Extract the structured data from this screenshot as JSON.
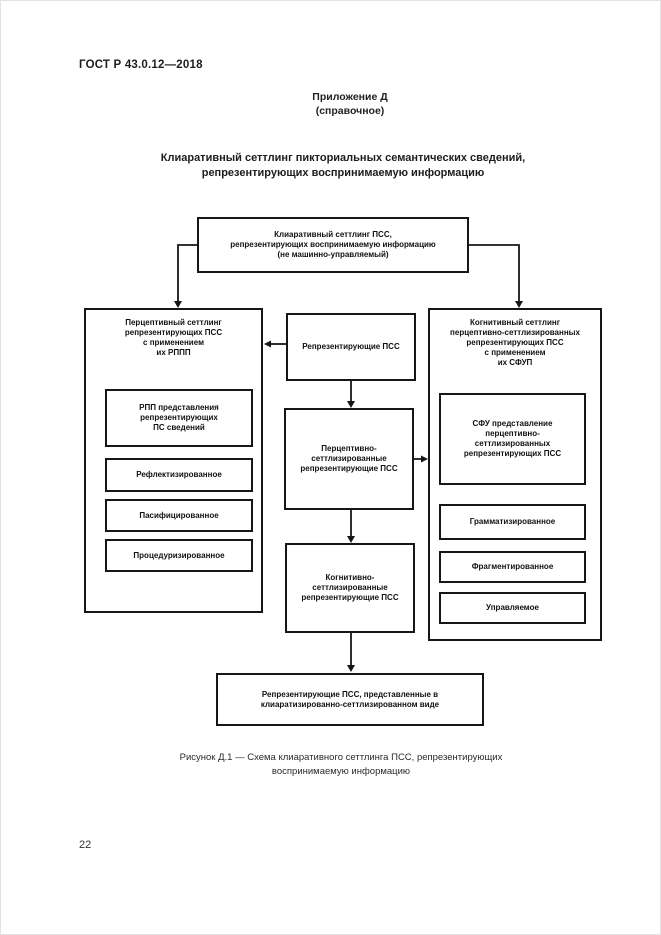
{
  "page": {
    "doc_number": "ГОСТ Р 43.0.12—2018",
    "appendix": "Приложение Д\n(справочное)",
    "title": "Клиаративный сеттлинг пикториальных семантических сведений,\nрепрезентирующих воспринимаемую информацию",
    "caption": "Рисунок Д.1 — Схема клиаративного сеттлинга ПСС, репрезентирующих\nвоспринимаемую информацию",
    "page_number": "22"
  },
  "diagram": {
    "boxes": {
      "top": "Клиаративный сеттлинг ПСС,\nрепрезентирующих воспринимаемую информацию\n(не машинно-управляемый)",
      "left_group_label": "Перцептивный сеттлинг\nрепрезентирующих ПСС\nс применением\nих РППП",
      "rpp": "РПП представления\nрепрезентирующих\nПС сведений",
      "reflectized": "Рефлектизированное",
      "pacified": "Пасифицированное",
      "procedurized": "Процедуризированное",
      "representing_pss": "Репрезентирующие ПСС",
      "perceptive_settled": "Перцептивно-\nсеттлизированные\nрепрезентирующие ПСС",
      "cognitive_settled": "Когнитивно-\nсеттлизированные\nрепрезентирующие ПСС",
      "right_group_label": "Когнитивный сеттлинг\nперцептивно-сеттлизированных\nрепрезентирующих ПСС\nс применением\nих СФУП",
      "sfu": "СФУ представление\nперцептивно-\nсеттлизированных\nрепрезентирующих ПСС",
      "grammatized": "Грамматизированное",
      "fragmented": "Фрагментированное",
      "controlled": "Управляемое",
      "bottom": "Репрезентирующие ПСС, представленные в\nклиаратизированно-сеттлизированном виде"
    }
  },
  "colors": {
    "ink": "#161616",
    "paper": "#ffffff"
  }
}
